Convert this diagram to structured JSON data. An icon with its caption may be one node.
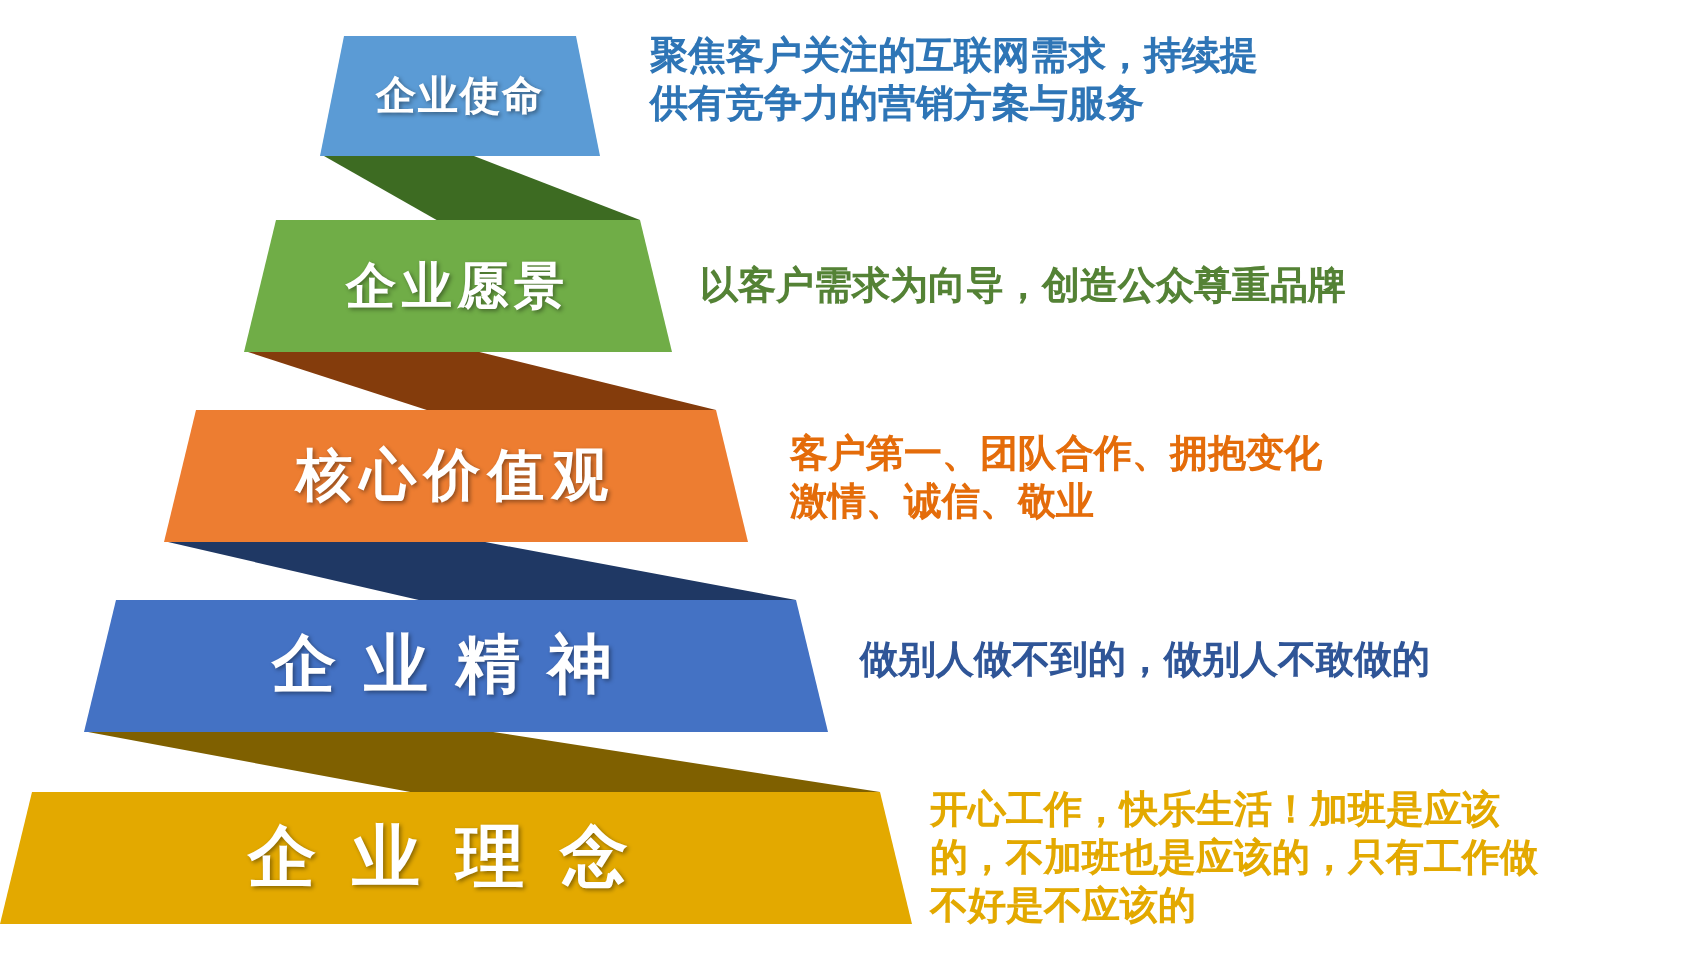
{
  "diagram": {
    "nodes": [
      {
        "text": [
          "企业使命"
        ],
        "beside": [
          "聚焦客户关注的互联网需求，持续提供有竞争力的营销方案与服务"
        ]
      },
      {
        "text": [
          "企业愿景"
        ],
        "beside": [
          "以客户需求为向导，创造公众尊重品牌"
        ]
      },
      {
        "text": [
          "核心价值观"
        ],
        "beside": [
          "客户第一、团队合作、拥抱变化激情、诚信、敬业"
        ]
      },
      {
        "text": [
          "企业精神"
        ],
        "beside": [
          "做别人做不到的，做别人不敢做的"
        ]
      },
      {
        "text": [
          "企业理念"
        ],
        "beside": [
          "开心工作，快乐生活！加班是应该的，不加班也是应该的，只有工作做不好是不应该的"
        ]
      }
    ]
  }
}
